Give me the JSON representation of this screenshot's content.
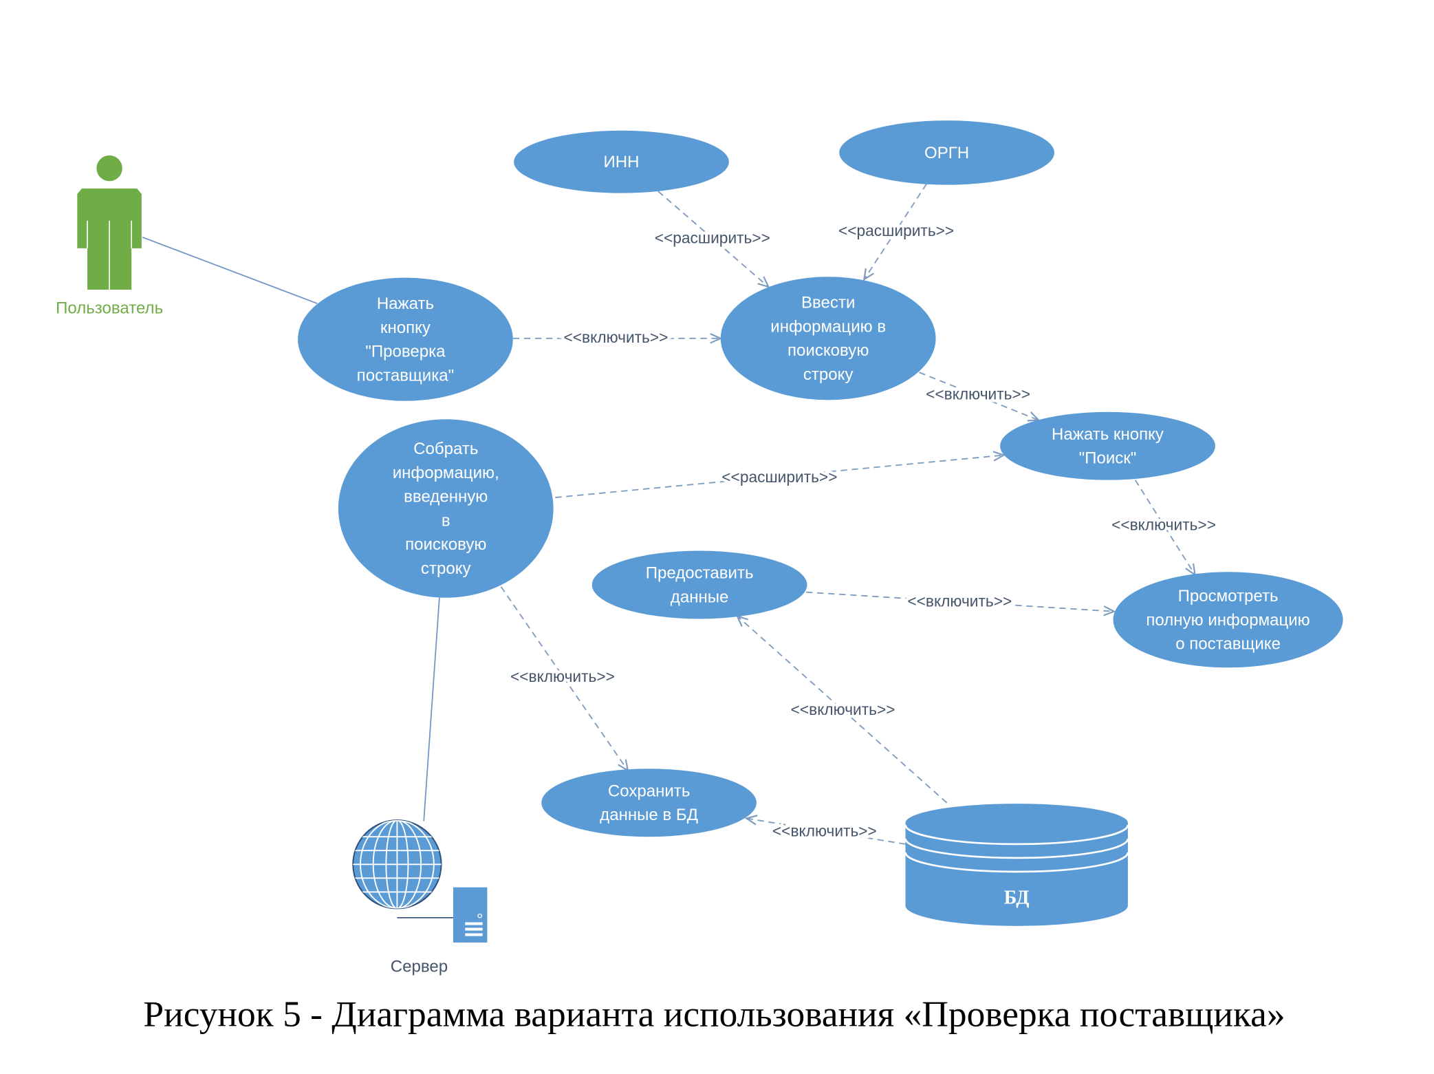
{
  "colors": {
    "usecase": "#5b9bd5",
    "actor": "#70ad47",
    "line": "#7f9cbf",
    "label": "#44546a"
  },
  "actor": {
    "label": "Пользователь"
  },
  "server": {
    "label": "Сервер"
  },
  "database": {
    "label": "БД"
  },
  "use_cases": [
    {
      "id": "inn",
      "lines": [
        "ИНН"
      ]
    },
    {
      "id": "ogrn",
      "lines": [
        "ОРГН"
      ]
    },
    {
      "id": "press-check",
      "lines": [
        "Нажать",
        "кнопку",
        "\"Проверка",
        "поставщика\""
      ]
    },
    {
      "id": "enter-info",
      "lines": [
        "Ввести",
        "информацию в",
        "поисковую",
        "строку"
      ]
    },
    {
      "id": "press-search",
      "lines": [
        "Нажать кнопку",
        "\"Поиск\""
      ]
    },
    {
      "id": "collect-info",
      "lines": [
        "Собрать",
        "информацию,",
        "введенную",
        "в",
        "поисковую",
        "строку"
      ]
    },
    {
      "id": "provide-data",
      "lines": [
        "Предоставить",
        "данные"
      ]
    },
    {
      "id": "view-info",
      "lines": [
        "Просмотреть",
        "полную информацию",
        "о поставщике"
      ]
    },
    {
      "id": "save-data",
      "lines": [
        "Сохранить",
        "данные в БД"
      ]
    }
  ],
  "relations": [
    {
      "from": "press-check",
      "to": "enter-info",
      "label": "<<включить>>"
    },
    {
      "from": "inn",
      "to": "enter-info",
      "label": "<<расширить>>"
    },
    {
      "from": "ogrn",
      "to": "enter-info",
      "label": "<<расширить>>"
    },
    {
      "from": "enter-info",
      "to": "press-search",
      "label": "<<включить>>"
    },
    {
      "from": "collect-info",
      "to": "press-search",
      "label": "<<расширить>>"
    },
    {
      "from": "press-search",
      "to": "view-info",
      "label": "<<включить>>"
    },
    {
      "from": "provide-data",
      "to": "view-info",
      "label": "<<включить>>"
    },
    {
      "from": "database",
      "to": "provide-data",
      "label": "<<включить>>"
    },
    {
      "from": "collect-info",
      "to": "save-data",
      "label": "<<включить>>"
    },
    {
      "from": "database",
      "to": "save-data",
      "label": "<<включить>>"
    }
  ],
  "caption": "Рисунок 5 - Диаграмма варианта использования «Проверка поставщика»"
}
